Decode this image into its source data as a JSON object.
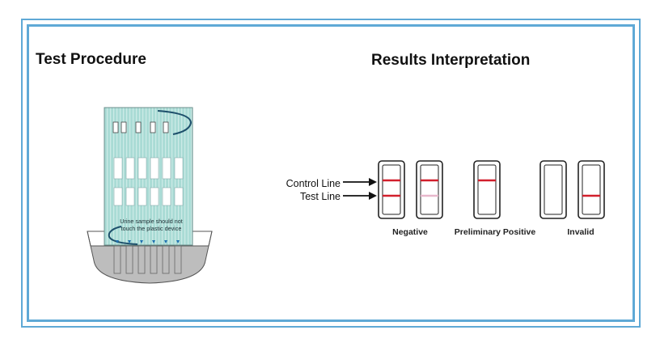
{
  "left_panel": {
    "title": "Test Procedure",
    "device_instruction": "Urine sample should not touch the plastic device"
  },
  "right_panel": {
    "title": "Results Interpretation",
    "labels": {
      "control_line": "Control Line",
      "test_line": "Test Line"
    },
    "captions": {
      "negative": "Negative",
      "positive": "Preliminary Positive",
      "invalid": "Invalid"
    }
  },
  "colors": {
    "frame": "#5fa9d6",
    "device_body": "#a6d8d3",
    "line_red": "#d11f2c",
    "line_faint": "#e7b7cb",
    "liquid": "#bdbdbd"
  }
}
